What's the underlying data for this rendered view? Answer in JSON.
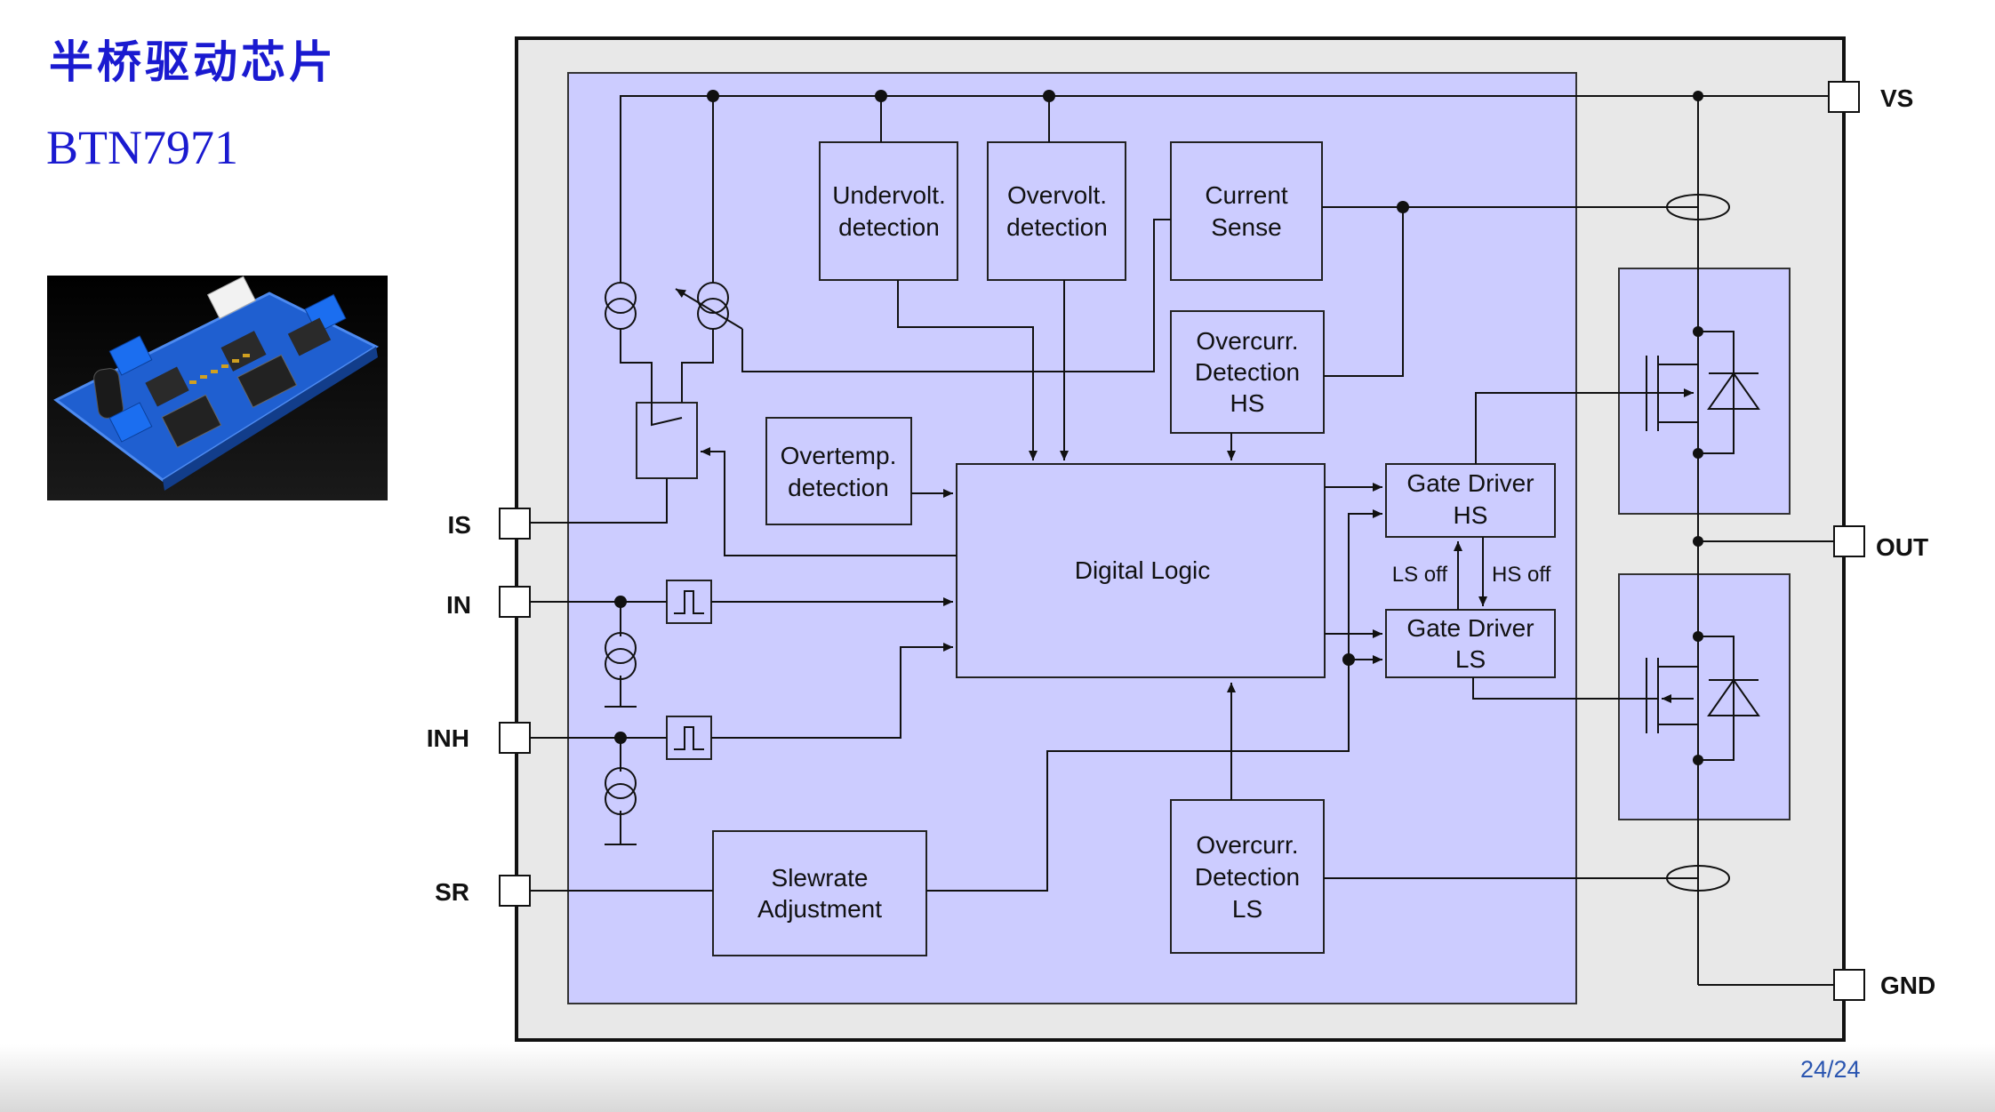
{
  "slide": {
    "title": "半桥驱动芯片",
    "subtitle": "BTN7971",
    "page": "24/24"
  },
  "blocks": {
    "undervolt_1": "Undervolt.",
    "undervolt_2": "detection",
    "overvolt_1": "Overvolt.",
    "overvolt_2": "detection",
    "current_1": "Current",
    "current_2": "Sense",
    "ochs_1": "Overcurr.",
    "ochs_2": "Detection",
    "ochs_3": "HS",
    "overtemp_1": "Overtemp.",
    "overtemp_2": "detection",
    "digital": "Digital Logic",
    "gdhs_1": "Gate Driver",
    "gdhs_2": "HS",
    "gdls_1": "Gate Driver",
    "gdls_2": "LS",
    "ls_off": "LS off",
    "hs_off": "HS off",
    "slew_1": "Slewrate",
    "slew_2": "Adjustment",
    "ocls_1": "Overcurr.",
    "ocls_2": "Detection",
    "ocls_3": "LS"
  },
  "pins": {
    "vs": "VS",
    "out": "OUT",
    "gnd": "GND",
    "is": "IS",
    "in": "IN",
    "inh": "INH",
    "sr": "SR"
  },
  "colors": {
    "title": "#1a1ad0",
    "chip_outer": "#e8e8e8",
    "chip_inner": "#ccccff"
  }
}
